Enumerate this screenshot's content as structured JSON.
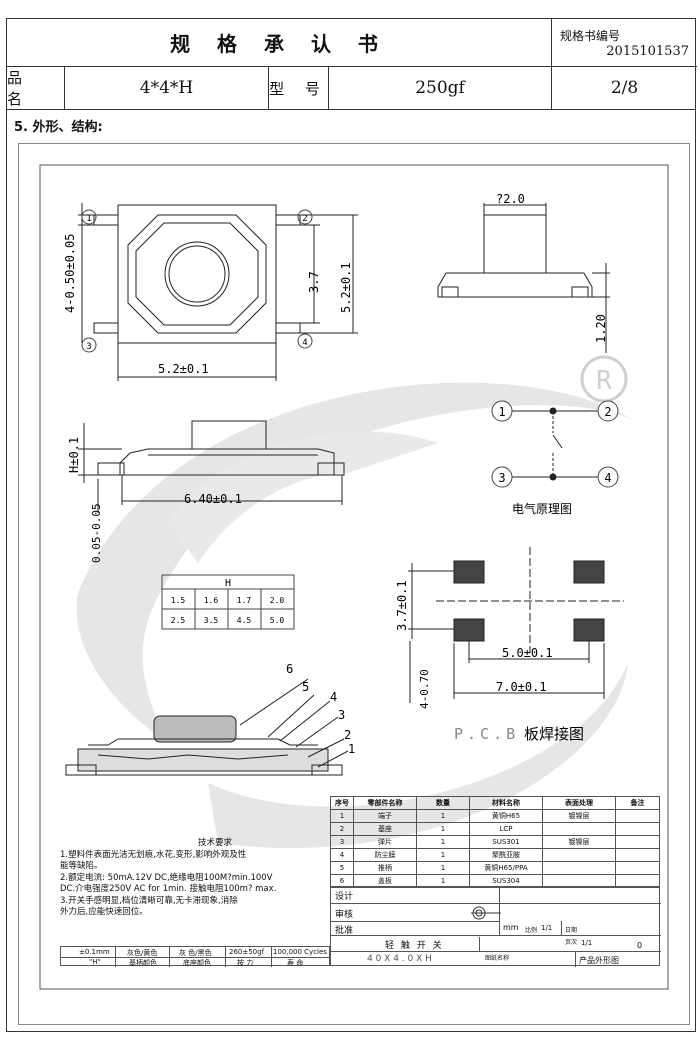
{
  "header": {
    "title": "规 格 承 认 书",
    "spec_no_label": "规格书编号",
    "spec_no": "2015101537",
    "name_label": "品 名",
    "name_value": "4*4*H",
    "model_label": "型 号",
    "model_value": "250gf",
    "page": "2/8"
  },
  "section_title": "5. 外形、结构:",
  "dims": {
    "top_height": "4-0.50±0.05",
    "inner_height": "3.7",
    "outer_height": "5.2±0.1",
    "top_width": "5.2±0.1",
    "stem_dia": "?2.0",
    "side_height": "1.20",
    "h_dim": "H±0.1",
    "side_width": "6.40±0.1",
    "thickness": "0.05-0.05",
    "pcb_height": "3.7±0.1",
    "pcb_pitch": "5.0±0.1",
    "pcb_total": "7.0±0.1",
    "pcb_pad": "4-0.70"
  },
  "pins": [
    "1",
    "2",
    "3",
    "4"
  ],
  "circuit_label": "电气原理图",
  "pcb_label": "P.C.B",
  "pcb_label_cn": "板焊接图",
  "h_table": {
    "header": "H",
    "rows": [
      [
        "1.5",
        "1.6",
        "1.7",
        "2.0"
      ],
      [
        "2.5",
        "3.5",
        "4.5",
        "5.0"
      ]
    ]
  },
  "callouts": [
    "6",
    "5",
    "4",
    "3",
    "2",
    "1"
  ],
  "registered_mark": "R",
  "bom": {
    "headers": [
      "序号",
      "零部件名称",
      "数量",
      "材料名称",
      "表面处理",
      "备注"
    ],
    "rows": [
      [
        "1",
        "端子",
        "1",
        "黄铜H65",
        "镀镍层",
        ""
      ],
      [
        "2",
        "基座",
        "1",
        "LCP",
        "",
        ""
      ],
      [
        "3",
        "弹片",
        "1",
        "SUS301",
        "镀镍层",
        ""
      ],
      [
        "4",
        "防尘膜",
        "1",
        "聚酰亚胺",
        "",
        ""
      ],
      [
        "5",
        "推柄",
        "1",
        "黄铜H65/PPA",
        "",
        ""
      ],
      [
        "6",
        "盖板",
        "1",
        "SUS304",
        "",
        ""
      ]
    ]
  },
  "tech": {
    "title": "技术要求",
    "lines": [
      "1.塑料件表面光洁无划痕,水花,变形,影响外观及性",
      "能等缺陷。",
      "2.额定电流: 50mA.12V DC,绝缘电阻100M?min.100V",
      "DC.介电强度250V AC for 1min. 接触电阻100m? max.",
      "3.开关手感明显,档位清晰可靠,无卡滞现象,消除",
      "外力后,应能快速回位。"
    ]
  },
  "title_block": {
    "design": "设计",
    "review": "审核",
    "approve": "批准",
    "unit": "mm",
    "ratio_label": "比例",
    "ratio": "1/1",
    "date_label": "日期",
    "sheet_label": "页次",
    "sheet": "1/1",
    "rev": "0",
    "name_cn": "轻 触 开 关",
    "name_code": "4 0 X 4 . 0 X H",
    "drawing_no_label": "图纸名称",
    "drawing_name": "产品外形图",
    "tol": "±0.1mm",
    "color1": "灰色/黄色",
    "color2": "灰 色/黑色",
    "force": "260±50gf",
    "life": "100,000 Cycles",
    "f_label1": "\"H\"",
    "f_label2": "基柄颜色",
    "f_label3": "底座颜色",
    "f_label4": "按 力",
    "f_label5": "寿 命"
  }
}
